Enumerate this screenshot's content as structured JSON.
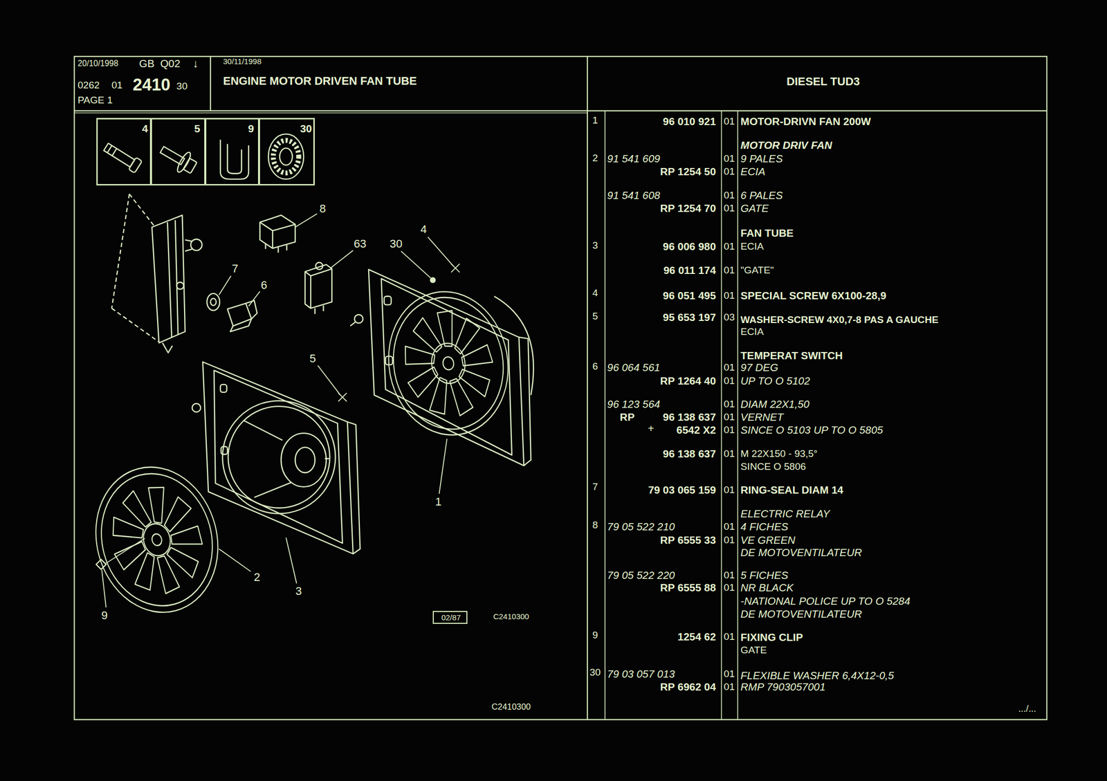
{
  "diagram": {
    "title": "ENGINE MOTOR DRIVEN FAN TUBE",
    "nodes": [
      {
        "text": [
          "20/10/1998",
          "GB",
          "Q02",
          "↓",
          "0262",
          "01",
          "2410",
          "30",
          "PAGE 1"
        ]
      },
      {
        "text": [
          "DIESEL TUD3"
        ]
      },
      {
        "text": [
          "4"
        ]
      },
      {
        "text": [
          "5"
        ]
      },
      {
        "text": [
          "9"
        ]
      },
      {
        "text": [
          "30"
        ]
      },
      {
        "text": [
          "02/87"
        ]
      }
    ],
    "labels": [
      "1",
      "96 010 921",
      "01",
      "MOTOR-DRIVN FAN 200W",
      "MOTOR DRIV FAN",
      "2",
      "91 541 609",
      "01",
      "9 PALES",
      "RP 1254 50",
      "01",
      "ECIA",
      "91 541 608",
      "01",
      "6 PALES",
      "RP 1254 70",
      "01",
      "GATE",
      "FAN TUBE",
      "3",
      "96 006 980",
      "01",
      "ECIA",
      "96 011 174",
      "01",
      "\"GATE\"",
      "4",
      "96 051 495",
      "01",
      "SPECIAL SCREW 6X100-28,9",
      "5",
      "95 653 197",
      "03",
      "WASHER-SCREW 4X0,7-8 PAS A GAUCHE",
      "ECIA",
      "TEMPERAT SWITCH",
      "6",
      "96 064 561",
      "01",
      "97 DEG",
      "RP 1264 40",
      "01",
      "UP TO O 5102",
      "96 123 564",
      "01",
      "DIAM 22X1,50",
      "RP",
      "96 138 637",
      "01",
      "VERNET",
      "+",
      "6542 X2",
      "01",
      "SINCE O 5103 UP TO O 5805",
      "96 138 637",
      "01",
      "M 22X150 - 93,5°",
      "SINCE O 5806",
      "7",
      "79 03 065 159",
      "01",
      "RING-SEAL DIAM 14",
      "ELECTRIC RELAY",
      "8",
      "79 05 522 210",
      "01",
      "4 FICHES",
      "RP 6555 33",
      "01",
      "VE GREEN",
      "DE MOTOVENTILATEUR",
      "79 05 522 220",
      "01",
      "5 FICHES",
      "RP 6555 88",
      "01",
      "NR BLACK",
      "-NATIONAL POLICE UP TO O 5284",
      "DE MOTOVENTILATEUR",
      "9",
      "1254 62",
      "01",
      "FIXING CLIP",
      "GATE",
      "30",
      "79 03 057 013",
      "01",
      "FLEXIBLE WASHER 6,4X12-0,5",
      "RP 6962 04",
      "01",
      "RMP 7903057001",
      ".../...",
      "30/11/1998",
      "4",
      "30",
      "63",
      "8",
      "7",
      "6",
      "5",
      "1",
      "2",
      "3",
      "9",
      "C2410300",
      "C2410300"
    ]
  }
}
